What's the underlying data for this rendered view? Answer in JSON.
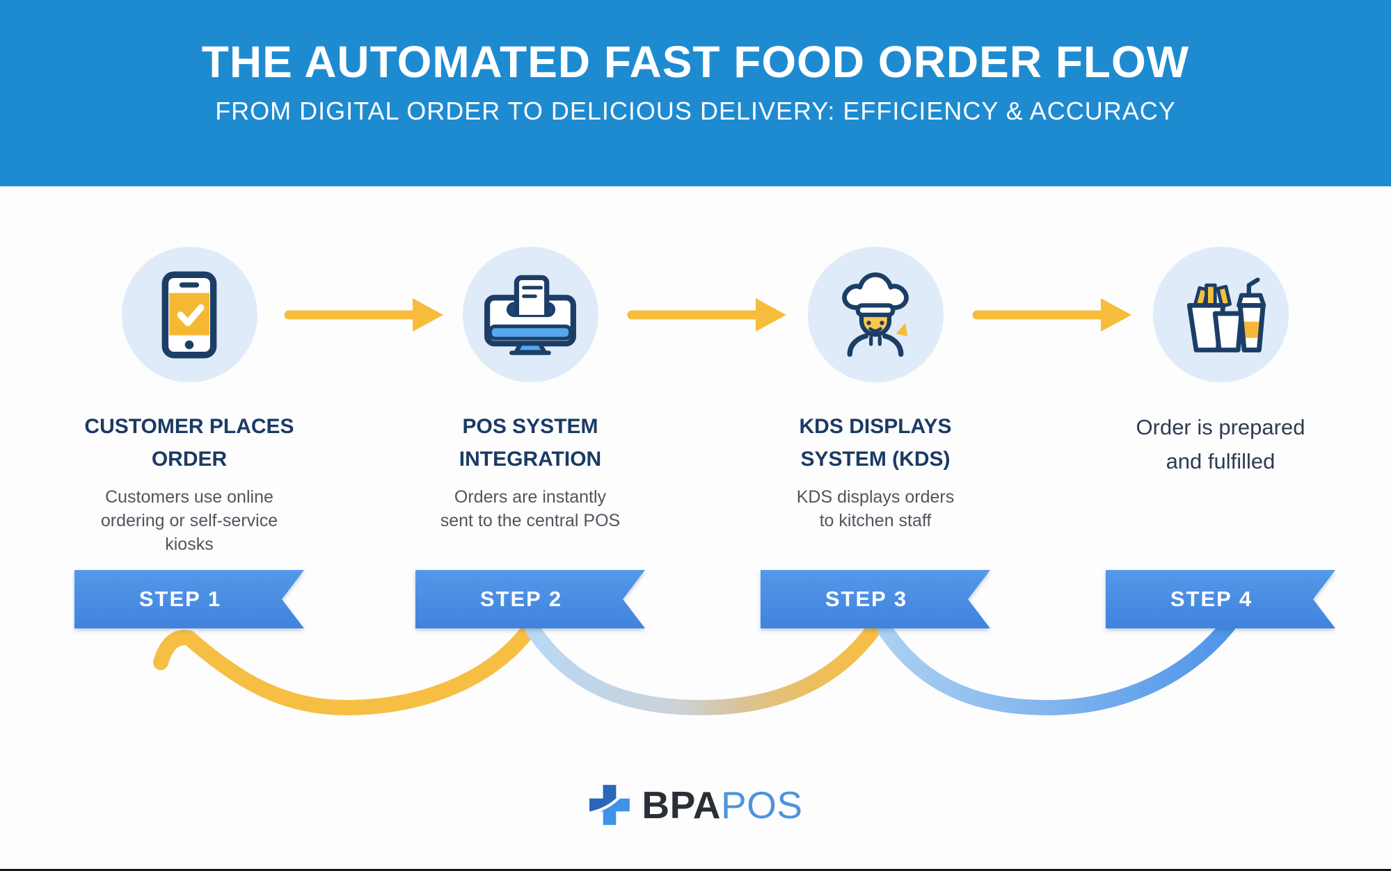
{
  "header": {
    "title": "THE AUTOMATED FAST FOOD ORDER FLOW",
    "subtitle": "FROM DIGITAL ORDER TO DELICIOUS DELIVERY: EFFICIENCY & ACCURACY"
  },
  "steps": [
    {
      "badge": "STEP 1",
      "icon": "smartphone-order-icon",
      "title_lines": [
        "CUSTOMER PLACES",
        "ORDER"
      ],
      "desc_lines": [
        "Customers use online",
        "ordering or self-service",
        "kiosks"
      ]
    },
    {
      "badge": "STEP 2",
      "icon": "pos-terminal-icon",
      "title_lines": [
        "POS SYSTEM",
        "INTEGRATION"
      ],
      "desc_lines": [
        "Orders are instantly",
        "sent to the central POS"
      ]
    },
    {
      "badge": "STEP 3",
      "icon": "kitchen-chef-icon",
      "title_lines": [
        "KDS DISPLAYS",
        "SYSTEM (KDS)"
      ],
      "desc_lines": [
        "KDS displays orders",
        "to kitchen staff"
      ]
    },
    {
      "badge": "STEP 4",
      "icon": "fast-food-icon",
      "title_lines": [
        "Order is prepared",
        "and fulfilled"
      ],
      "desc_lines": []
    }
  ],
  "footer": {
    "logo_bold": "BPA",
    "logo_light": "POS"
  },
  "colors": {
    "header_bg": "#1E8BD1",
    "banner_blue": "#4A8FE3",
    "accent_yellow": "#F7BC3B",
    "icon_navy": "#1C3E66",
    "title_navy": "#1B3A64",
    "body_gray": "#50555C",
    "circle_bg": "#DFEBF9",
    "curve_yellow": "#F6BE43",
    "curve_blue": "#4E95E8",
    "logo_dark": "#2A2F37",
    "logo_blue": "#4E94DB"
  }
}
